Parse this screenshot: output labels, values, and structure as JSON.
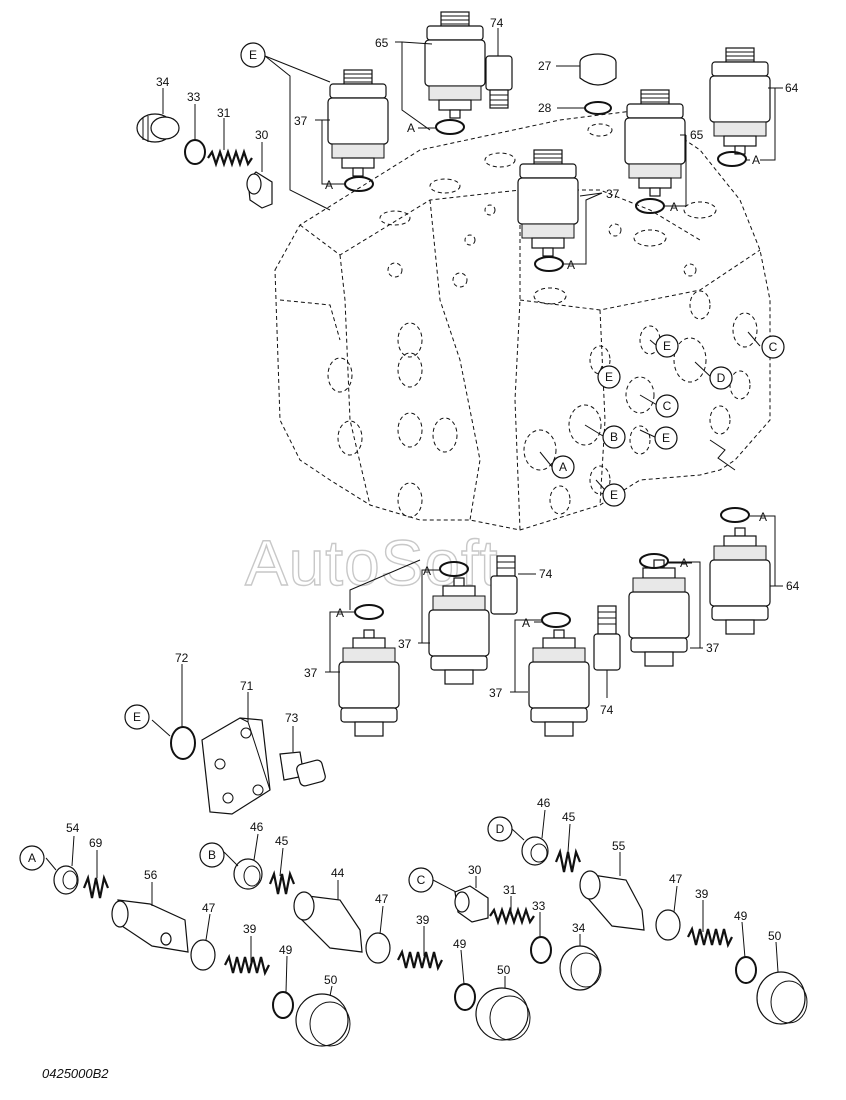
{
  "watermark": "AutoSoft",
  "figure_code": "0425000B2",
  "callouts": {
    "e_top": "E",
    "e_plate": "E",
    "a_row": "A",
    "b_row": "B",
    "c_row": "C",
    "d_row": "D",
    "body_a": "A",
    "body_b": "B",
    "body_c1": "C",
    "body_c2": "C",
    "body_d": "D",
    "body_e1": "E",
    "body_e2": "E",
    "body_e3": "E",
    "body_e4": "E"
  },
  "port_tags": {
    "a1": "A",
    "a2": "A",
    "a3": "A",
    "a4": "A",
    "a5": "A",
    "a6": "A",
    "a7": "A",
    "a8": "A",
    "a9": "A",
    "a10": "A"
  },
  "labels": {
    "p65a": "65",
    "p74a": "74",
    "p27": "27",
    "p28": "28",
    "p64a": "64",
    "p34a": "34",
    "p33a": "33",
    "p31a": "31",
    "p30a": "30",
    "p37a": "37",
    "p65b": "65",
    "p37b": "37",
    "p74b": "74",
    "p64b": "64",
    "p37c": "37",
    "p37d": "37",
    "p37e": "37",
    "p37f": "37",
    "p74c": "74",
    "p72": "72",
    "p71": "71",
    "p73": "73",
    "p54": "54",
    "p69": "69",
    "p56": "56",
    "p47a": "47",
    "p39a": "39",
    "p49a": "49",
    "p50a": "50",
    "p46a": "46",
    "p45a": "45",
    "p44": "44",
    "p47b": "47",
    "p39b": "39",
    "p49b": "49",
    "p50b": "50",
    "p30b": "30",
    "p31b": "31",
    "p33b": "33",
    "p34b": "34",
    "p46b": "46",
    "p45b": "45",
    "p55": "55",
    "p47c": "47",
    "p39c": "39",
    "p49c": "49",
    "p50c": "50"
  }
}
